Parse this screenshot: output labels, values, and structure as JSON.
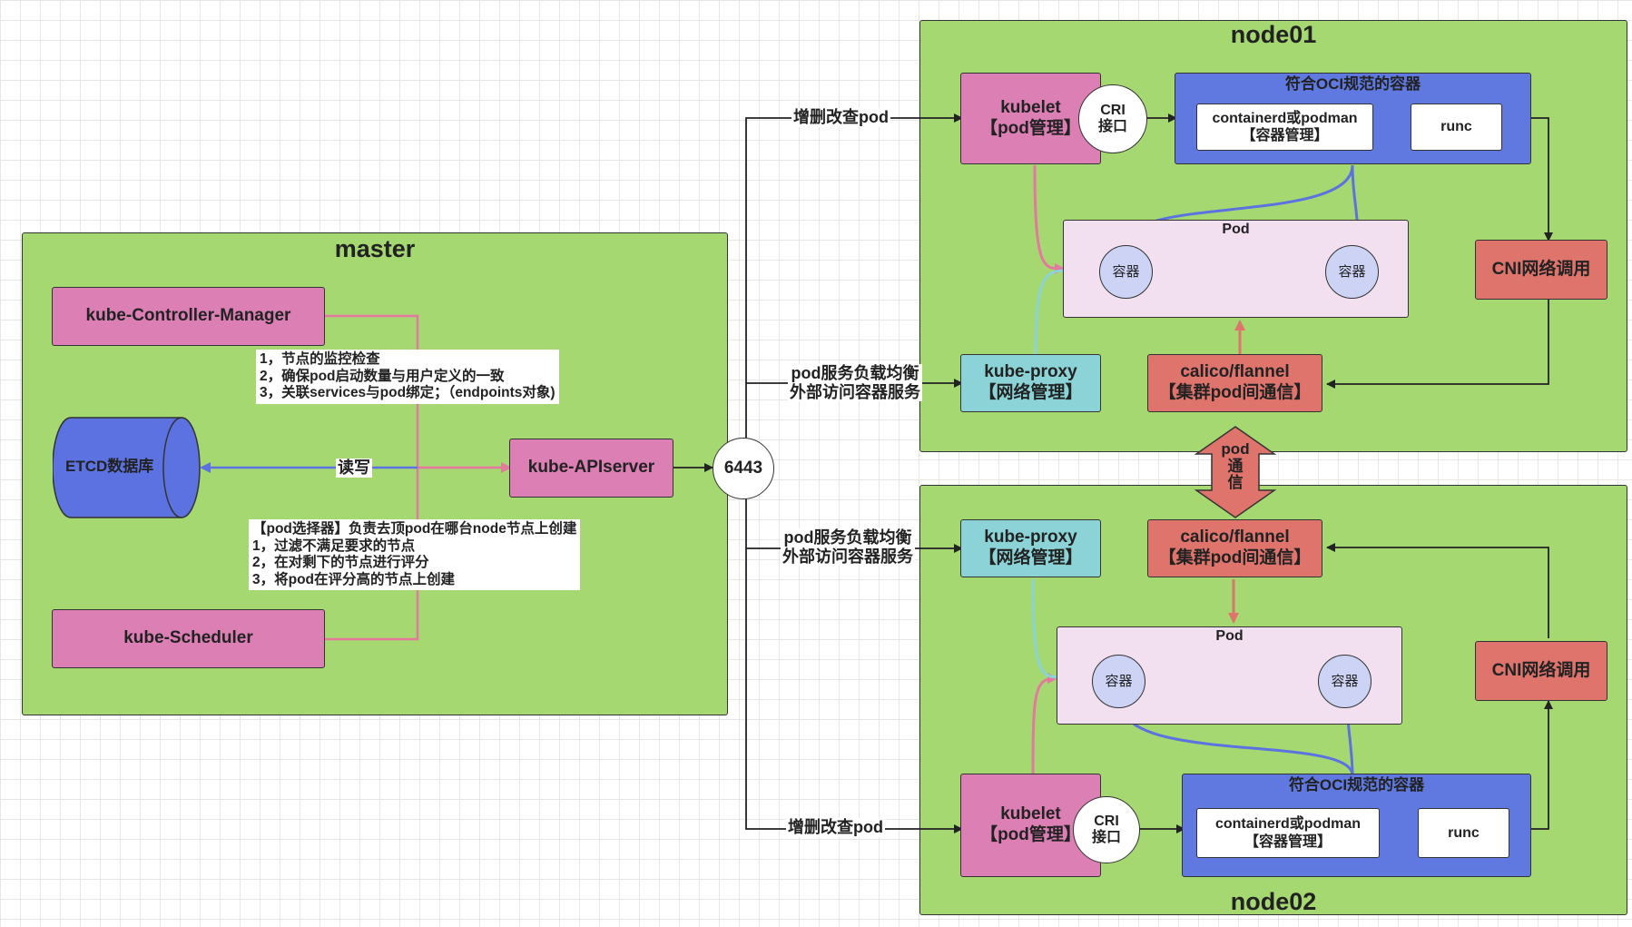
{
  "master": {
    "title": "master",
    "controller_manager": "kube-Controller-Manager",
    "scheduler": "kube-Scheduler",
    "etcd": "ETCD数据库",
    "apiserver": "kube-APIserver",
    "read_write": "读写",
    "port": "6443",
    "controller_notes": [
      "1，节点的监控检查",
      "2，确保pod启动数量与用户定义的一致",
      "3，关联services与pod绑定；（endpoints对象)"
    ],
    "scheduler_notes": [
      "【pod选择器】负责去顶pod在哪台node节点上创建",
      "1，过滤不满足要求的节点",
      "2，在对剩下的节点进行评分",
      "3，将pod在评分高的节点上创建"
    ]
  },
  "edges": {
    "crud_pod": "增删改查pod",
    "lb_line1": "pod服务负载均衡",
    "lb_line2": "外部访问容器服务",
    "pod_comm": [
      "pod",
      "通",
      "信"
    ]
  },
  "node01": {
    "title": "node01",
    "kubelet_line1": "kubelet",
    "kubelet_line2": "【pod管理】",
    "cri_line1": "CRI",
    "cri_line2": "接口",
    "oci_title": "符合OCI规范的容器",
    "containerd_line1": "containerd或podman",
    "containerd_line2": "【容器管理】",
    "runc": "runc",
    "pod_label": "Pod",
    "container_a": "容器",
    "container_b": "容器",
    "cni": "CNI网络调用",
    "proxy_line1": "kube-proxy",
    "proxy_line2": "【网络管理】",
    "calico_line1": "calico/flannel",
    "calico_line2": "【集群pod间通信】"
  },
  "node02": {
    "title": "node02",
    "kubelet_line1": "kubelet",
    "kubelet_line2": "【pod管理】",
    "cri_line1": "CRI",
    "cri_line2": "接口",
    "oci_title": "符合OCI规范的容器",
    "containerd_line1": "containerd或podman",
    "containerd_line2": "【容器管理】",
    "runc": "runc",
    "pod_label": "Pod",
    "container_a": "容器",
    "container_b": "容器",
    "cni": "CNI网络调用",
    "proxy_line1": "kube-proxy",
    "proxy_line2": "【网络管理】",
    "calico_line1": "calico/flannel",
    "calico_line2": "【集群pod间通信】"
  },
  "colors": {
    "panel": "#a6d872",
    "pink": "#dc7fb4",
    "cyan": "#8bd3d6",
    "red": "#df746d",
    "blue": "#6079e0",
    "pod": "#f2dff0",
    "container": "#ccd3f5"
  }
}
